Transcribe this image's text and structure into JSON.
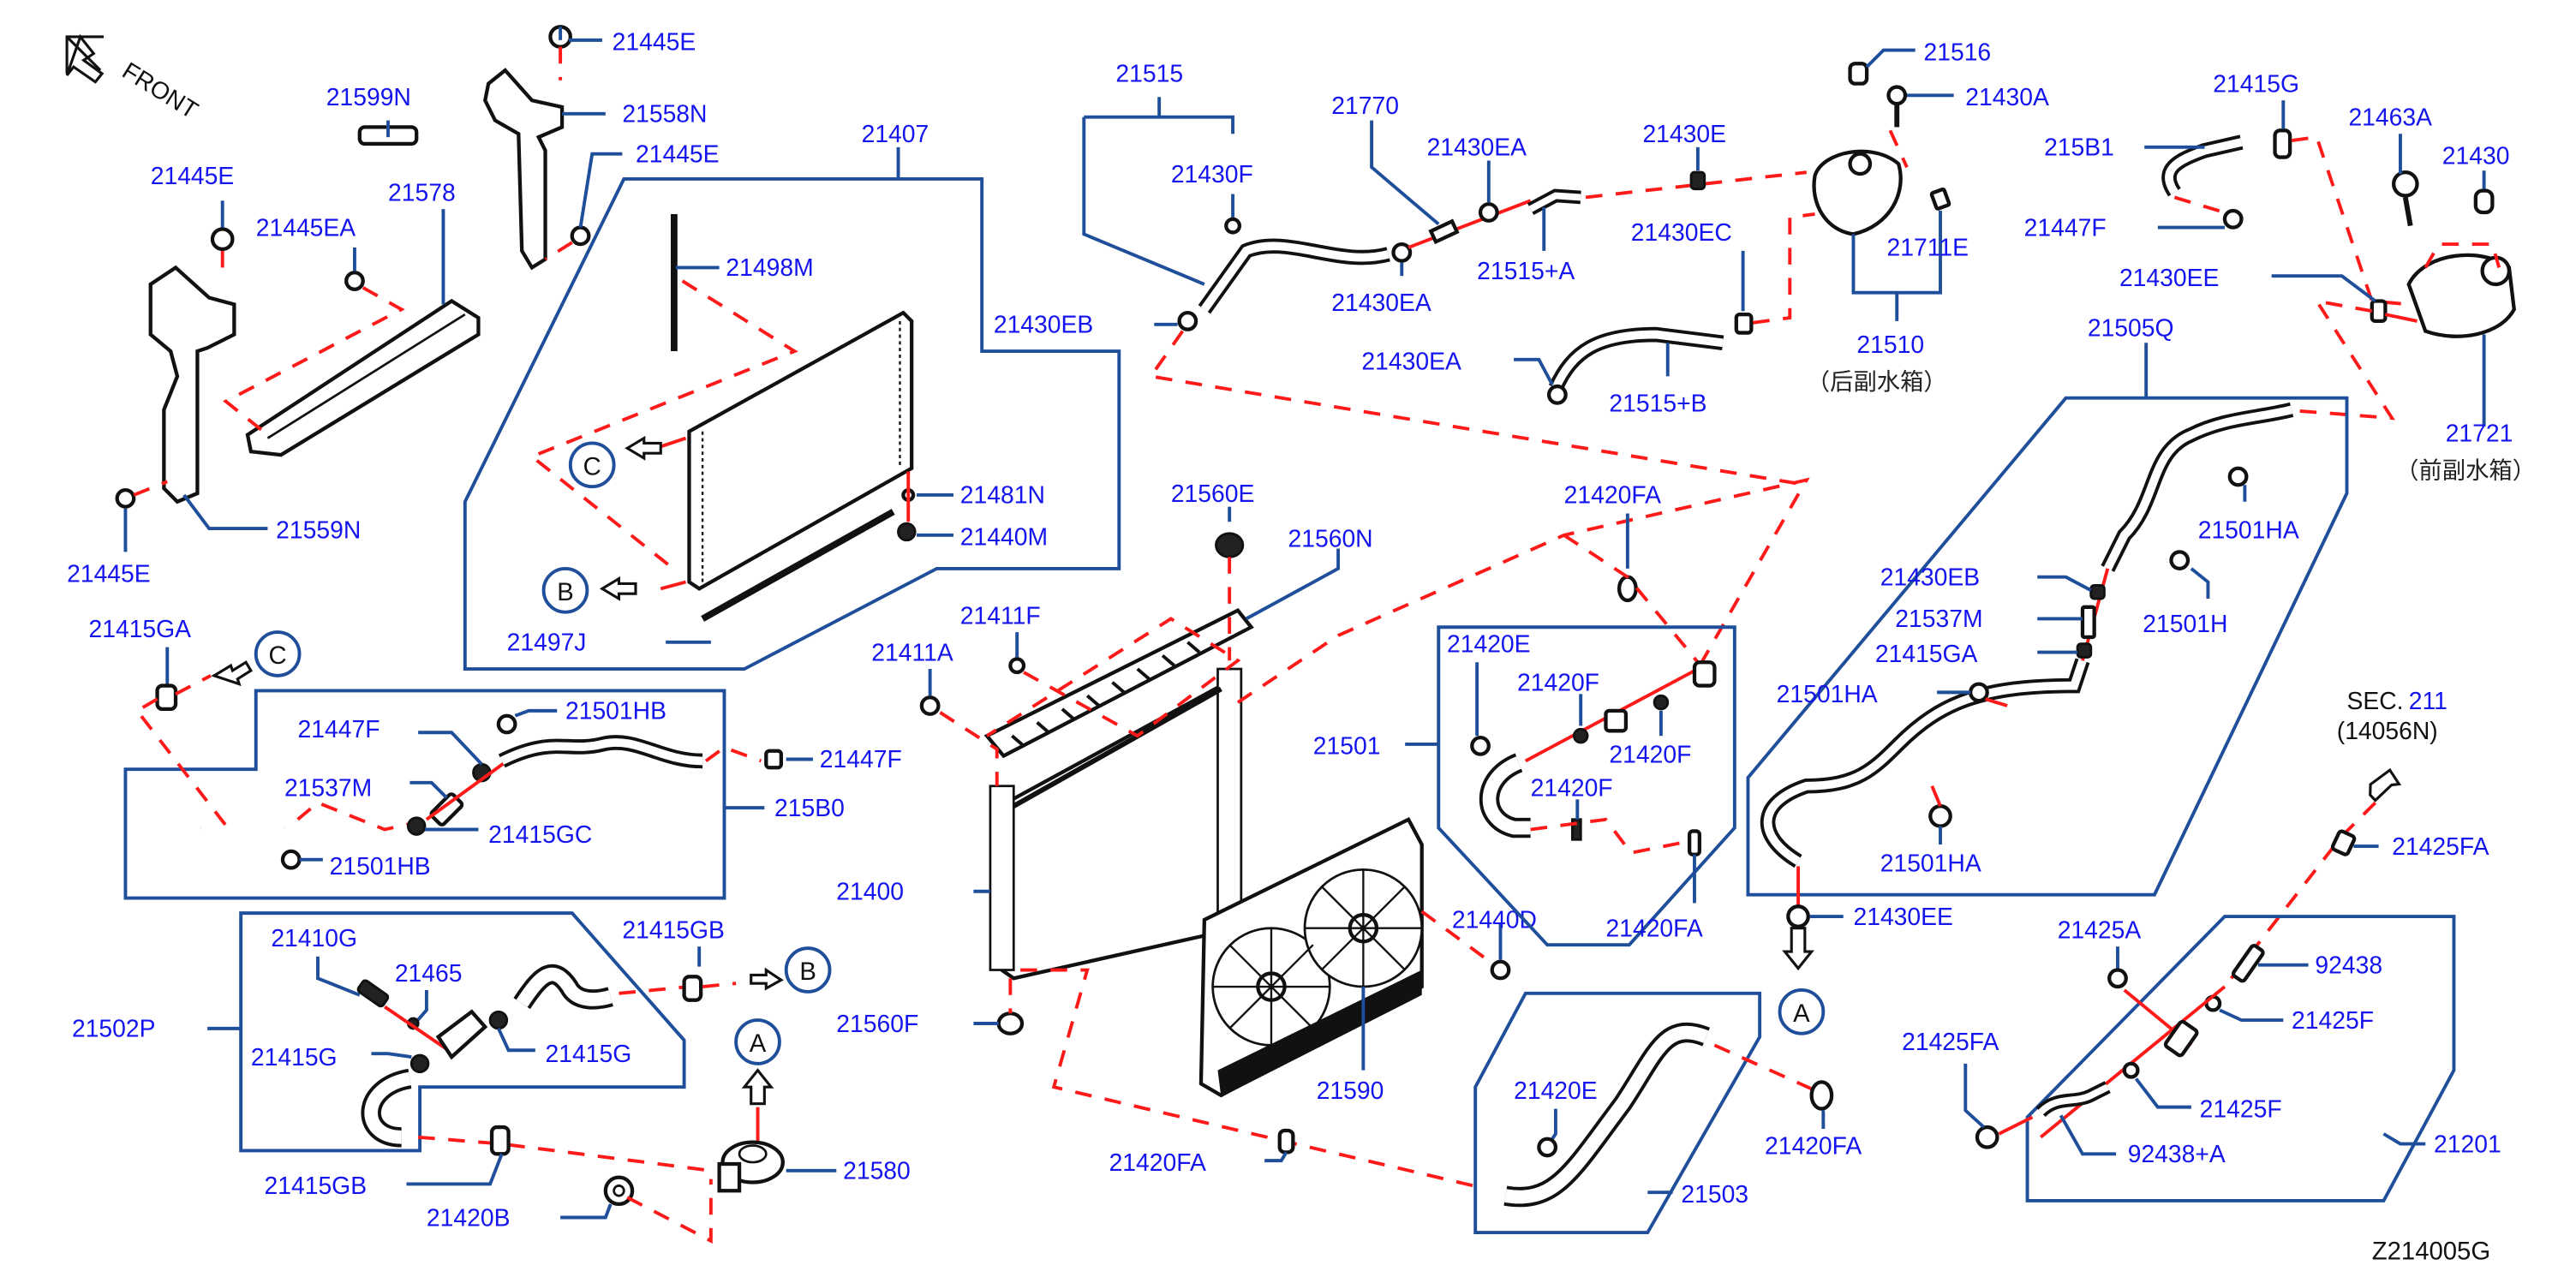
{
  "diagram": {
    "orientation": "FRONT",
    "drawing_code": "Z214005G",
    "colors": {
      "label": "#1414ee",
      "leader": "#1f4e9a",
      "dashed_link": "#ff1a1a"
    },
    "section_ref": {
      "prefix": "SEC.",
      "number": "211",
      "sub": "(14056N)"
    },
    "ref_markers": [
      "A",
      "B",
      "C"
    ],
    "labels": {
      "p21445E_top": "21445E",
      "p21599N": "21599N",
      "p21558N": "21558N",
      "p21445E_right": "21445E",
      "p21445E_left": "21445E",
      "p21445EA": "21445EA",
      "p21578": "21578",
      "p21559N": "21559N",
      "p21445E_bottom": "21445E",
      "p21407": "21407",
      "p21498M": "21498M",
      "p21481N": "21481N",
      "p21440M": "21440M",
      "p21497J": "21497J",
      "p21515": "21515",
      "p21430F": "21430F",
      "p21770": "21770",
      "p21430EA_1": "21430EA",
      "p21430E": "21430E",
      "p21430EB_top": "21430EB",
      "p21430EA_2": "21430EA",
      "p21515A": "21515+A",
      "p21430EC": "21430EC",
      "p21430EA_3": "21430EA",
      "p21515B": "21515+B",
      "p21516": "21516",
      "p21430A": "21430A",
      "p21711E": "21711E",
      "p21510": "21510",
      "p21510_cn": "（后副水箱）",
      "p21415G_tr": "21415G",
      "p21463A": "21463A",
      "p21430": "21430",
      "p215B1": "215B1",
      "p21447F_tr": "21447F",
      "p21430EE_tr": "21430EE",
      "p21721": "21721",
      "p21721_cn": "（前副水箱）",
      "p21505Q": "21505Q",
      "p21501HA_1": "21501HA",
      "p21501H": "21501H",
      "p21430EB_r": "21430EB",
      "p21537M_r": "21537M",
      "p21415GA_r": "21415GA",
      "p21501HA_2": "21501HA",
      "p21501HA_3": "21501HA",
      "p21430EE_b": "21430EE",
      "p21415GA_l": "21415GA",
      "p21447F_l1": "21447F",
      "p21501HB_1": "21501HB",
      "p21447F_l2": "21447F",
      "p21537M_l": "21537M",
      "p21415GC": "21415GC",
      "p215B0": "215B0",
      "p21501HB_2": "21501HB",
      "p21410G": "21410G",
      "p21465": "21465",
      "p21415GB_1": "21415GB",
      "p21502P": "21502P",
      "p21415G_l1": "21415G",
      "p21415G_l2": "21415G",
      "p21415GB_2": "21415GB",
      "p21580": "21580",
      "p21420B": "21420B",
      "p21560E": "21560E",
      "p21560N": "21560N",
      "p21411F": "21411F",
      "p21411A": "21411A",
      "p21400": "21400",
      "p21560F": "21560F",
      "p21420FA_top": "21420FA",
      "p21420E_1": "21420E",
      "p21420F_1": "21420F",
      "p21501": "21501",
      "p21420F_2": "21420F",
      "p21420F_3": "21420F",
      "p21420FA_mid": "21420FA",
      "p21440D": "21440D",
      "p21590": "21590",
      "p21420FA_bl": "21420FA",
      "p21420E_2": "21420E",
      "p21420FA_br": "21420FA",
      "p21503": "21503",
      "p21425FA_1": "21425FA",
      "p21425A": "21425A",
      "p92438": "92438",
      "p21425F_1": "21425F",
      "p21425FA_2": "21425FA",
      "p21425F_2": "21425F",
      "p92438A": "92438+A",
      "p21201": "21201"
    }
  }
}
